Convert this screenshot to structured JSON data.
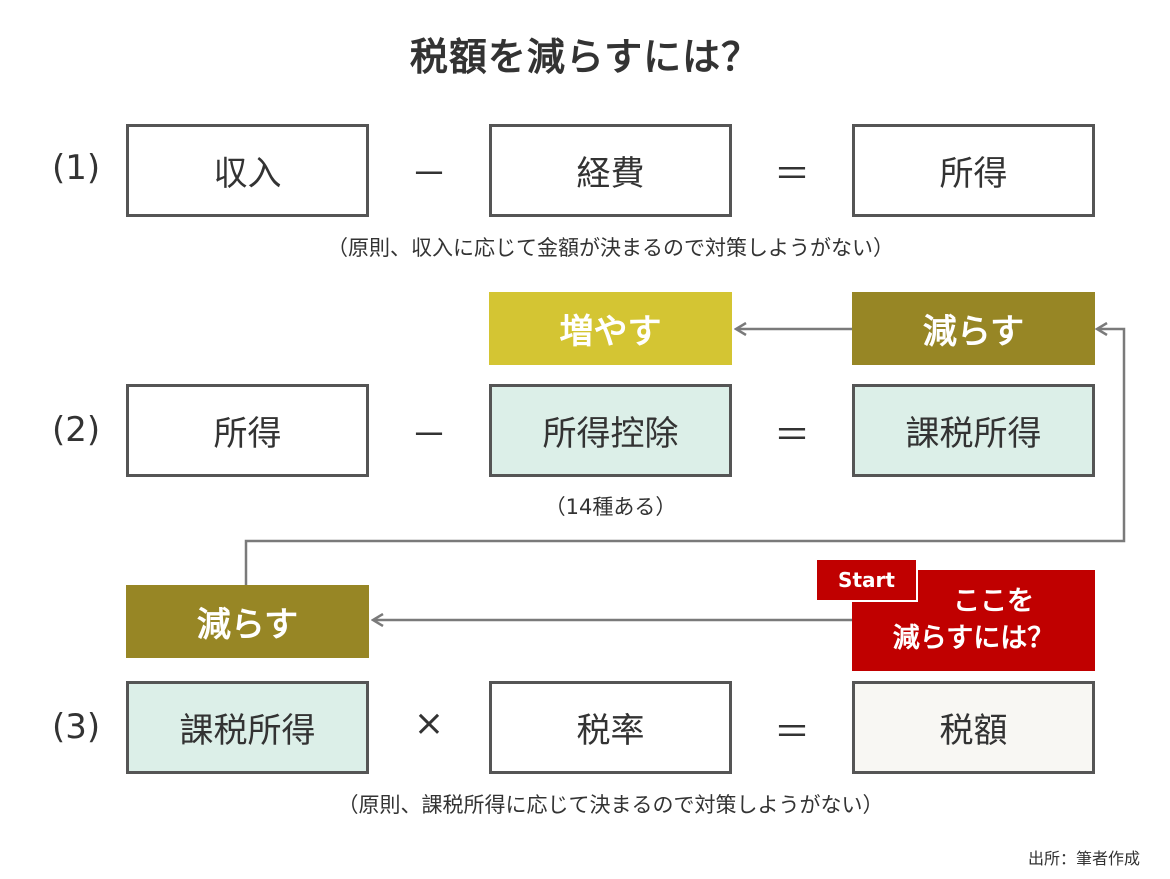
{
  "title": "税額を減らすには？",
  "row1": {
    "label": "(1)",
    "box1": "収入",
    "op1": "－",
    "box2": "経費",
    "op2": "＝",
    "box3": "所得",
    "note": "（原則、収入に応じて金額が決まるので対策しようがない）"
  },
  "row2": {
    "label": "(2)",
    "box1": "所得",
    "op1": "－",
    "box2": "所得控除",
    "op2": "＝",
    "box3": "課税所得",
    "note": "（14種ある）",
    "tag_increase": "増やす",
    "tag_decrease": "減らす"
  },
  "row3": {
    "label": "(3)",
    "box1": "課税所得",
    "op1": "×",
    "box2": "税率",
    "op2": "＝",
    "box3": "税額",
    "note": "（原則、課税所得に応じて決まるので対策しようがない）",
    "tag_decrease": "減らす",
    "start_badge": "Start",
    "goal_line1": "ここを",
    "goal_line2": "減らすには？"
  },
  "source": "出所：筆者作成",
  "colors": {
    "mint": "#dcefe8",
    "yellow": "#d4c533",
    "olive": "#978625",
    "red": "#c00000",
    "border": "#555555",
    "arrow": "#7a7a7a"
  }
}
